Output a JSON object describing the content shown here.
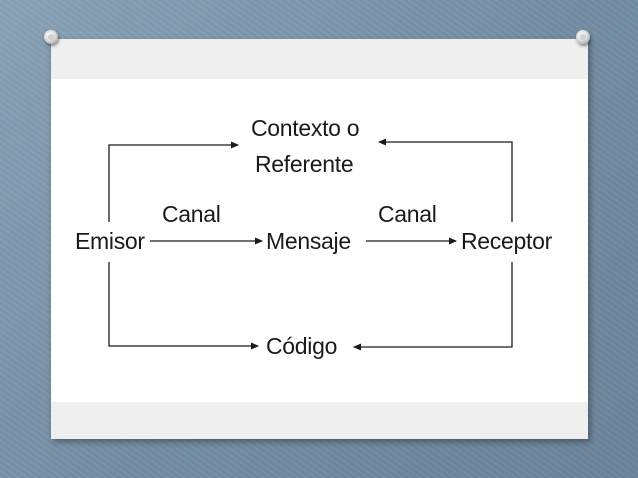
{
  "diagram": {
    "nodes": {
      "contexto_line1": "Contexto o",
      "contexto_line2": "Referente",
      "emisor": "Emisor",
      "mensaje": "Mensaje",
      "receptor": "Receptor",
      "codigo": "Código"
    },
    "edge_labels": {
      "canal_left": "Canal",
      "canal_right": "Canal"
    },
    "edges": [
      {
        "from": "emisor",
        "to": "mensaje",
        "label": "canal_left"
      },
      {
        "from": "mensaje",
        "to": "receptor",
        "label": "canal_right"
      },
      {
        "from": "emisor",
        "to": "contexto"
      },
      {
        "from": "receptor",
        "to": "contexto"
      },
      {
        "from": "emisor",
        "to": "codigo"
      },
      {
        "from": "receptor",
        "to": "codigo"
      }
    ]
  },
  "colors": {
    "background": "#7f98ad",
    "slide": "#ffffff",
    "ink": "#1a1a1a"
  }
}
